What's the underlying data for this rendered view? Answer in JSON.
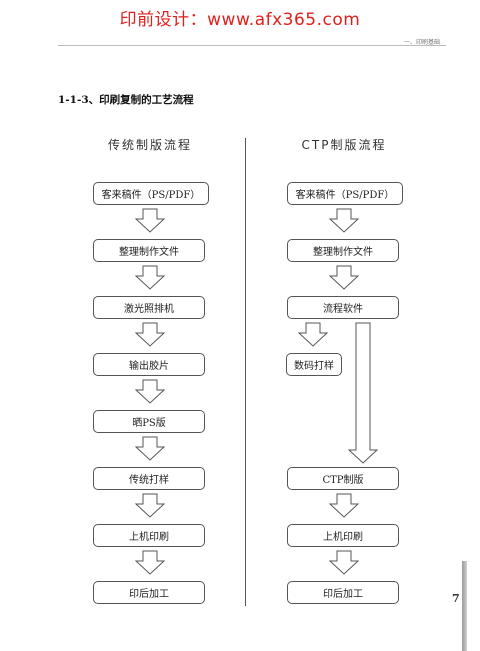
{
  "banner": "印前设计：www.afx365.com",
  "header": {
    "chapter": "一、印刷基础"
  },
  "section_title": "1-1-3、印刷复制的工艺流程",
  "left_column": {
    "title": "传统制版流程",
    "steps": [
      "客来稿件（PS/PDF）",
      "整理制作文件",
      "激光照排机",
      "输出胶片",
      "晒PS版",
      "传统打样",
      "上机印刷",
      "印后加工"
    ]
  },
  "right_column": {
    "title": "CTP制版流程",
    "steps": [
      "客来稿件（PS/PDF）",
      "整理制作文件",
      "流程软件",
      "数码打样",
      "CTP制版",
      "上机印刷",
      "印后加工"
    ]
  },
  "page_number": "7"
}
